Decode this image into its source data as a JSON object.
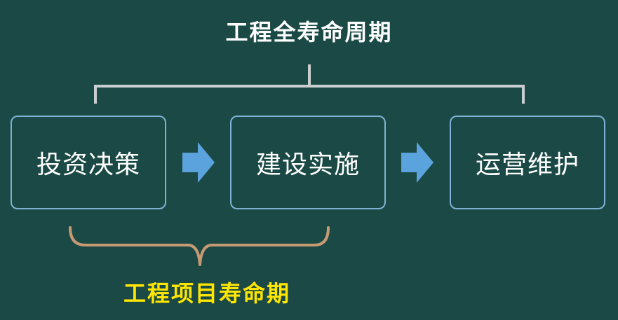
{
  "diagram": {
    "overall_title": "工程全寿命周期",
    "project_title": "工程项目寿命期",
    "stages": [
      {
        "label": "投资决策"
      },
      {
        "label": "建设实施"
      },
      {
        "label": "运营维护"
      }
    ]
  },
  "colors": {
    "background": "#1b4a46",
    "box_border": "#7fb2d4",
    "arrow": "#5ba3dc",
    "overall_bracket": "#c9ced0",
    "project_bracket": "#c89a73",
    "project_title": "#ffe600",
    "text": "#ffffff"
  }
}
